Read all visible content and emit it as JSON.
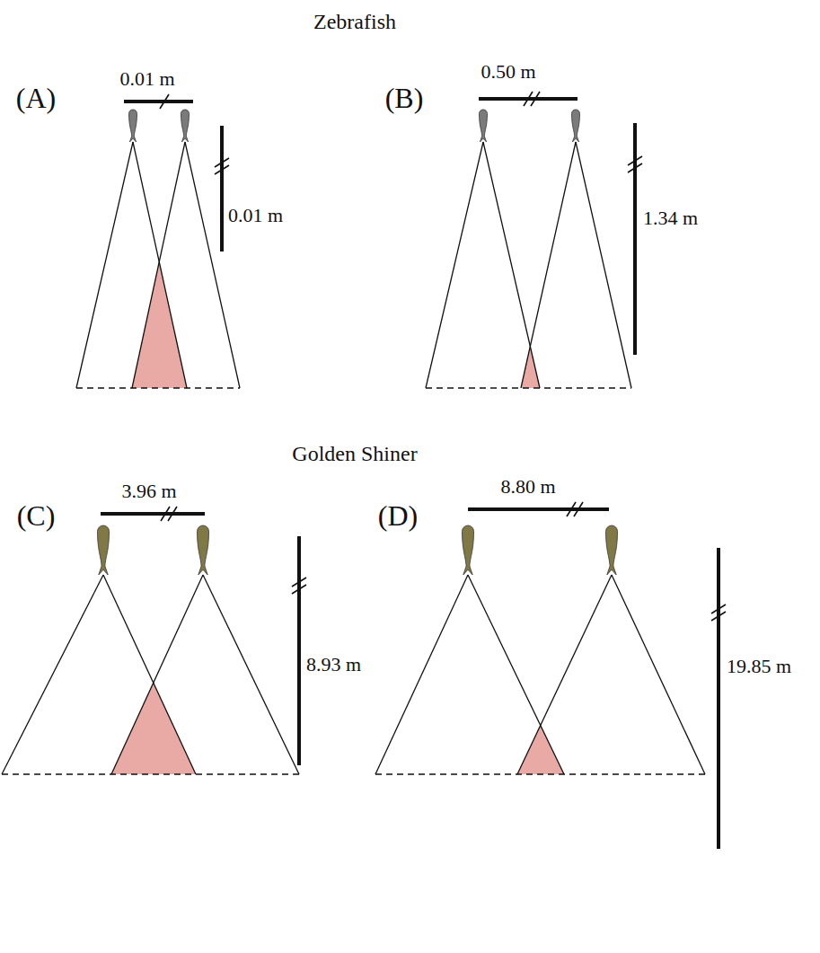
{
  "diagram": {
    "labels": [
      "Zebrafish",
      "(A)",
      "0.01 m",
      "0.01 m",
      "(B)",
      "0.50 m",
      "1.34 m",
      "Golden Shiner",
      "(C)",
      "3.96 m",
      "8.93 m",
      "(D)",
      "8.80 m",
      "19.85 m"
    ]
  }
}
